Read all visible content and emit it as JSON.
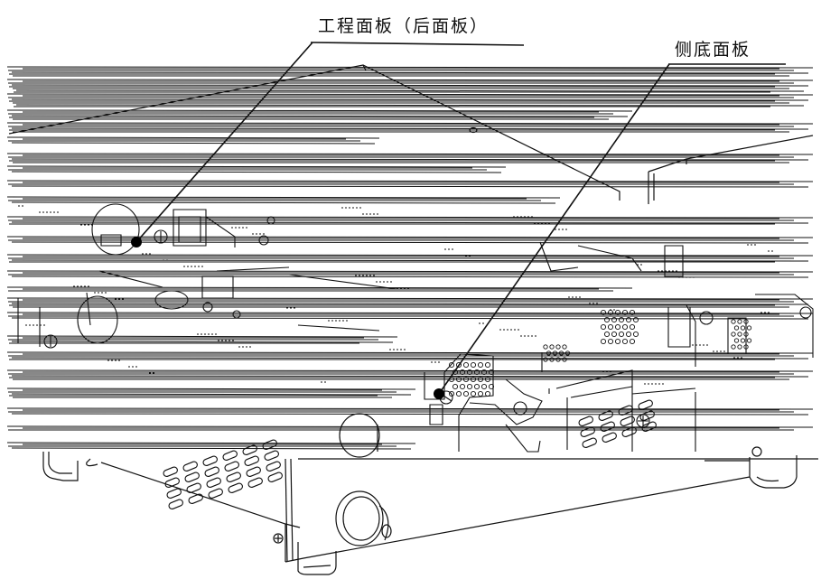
{
  "callouts": [
    {
      "id": "engineering-panel",
      "label": "工程面板（后面板）"
    },
    {
      "id": "side-bottom-panel",
      "label": "侧底面板"
    }
  ],
  "colors": {
    "line": "#111111",
    "background": "#ffffff"
  }
}
